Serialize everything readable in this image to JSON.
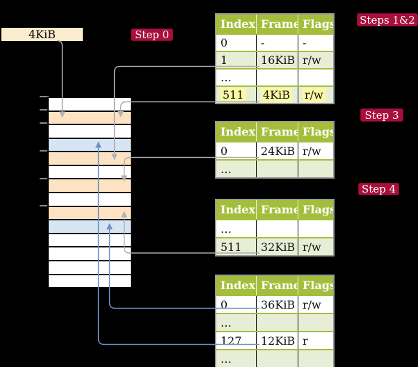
{
  "colors": {
    "background": "#000000",
    "badge_red": "#A80F3C",
    "table_header_green": "#A4BE3C",
    "table_row_green": "#E8EED5",
    "highlight_yellow": "#FBF8A6",
    "frame_wheat": "#FDE3C3",
    "frame_blue": "#D6E4F4",
    "label_box_cream": "#FAECCC",
    "connector_gray": "#ABABAB",
    "connector_blue": "#6E92C4"
  },
  "frame_box": {
    "label": "4KiB"
  },
  "badges": {
    "step0": "Step 0",
    "steps12": "Steps 1&2",
    "step3": "Step 3",
    "step4": "Step 4"
  },
  "memory_column": {
    "rows": [
      {
        "color": "white"
      },
      {
        "color": "wheat"
      },
      {
        "color": "white"
      },
      {
        "color": "blue"
      },
      {
        "color": "wheat"
      },
      {
        "color": "white"
      },
      {
        "color": "wheat"
      },
      {
        "color": "white"
      },
      {
        "color": "wheat"
      },
      {
        "color": "blue"
      },
      {
        "color": "white"
      },
      {
        "color": "white"
      },
      {
        "color": "white"
      },
      {
        "color": "white"
      }
    ]
  },
  "tables": {
    "table1": {
      "headers": [
        "Index",
        "Frame",
        "Flags"
      ],
      "rows": [
        {
          "index": "0",
          "frame": "-",
          "flags": "-",
          "tone": "white",
          "highlight": false
        },
        {
          "index": "1",
          "frame": "16KiB",
          "flags": "r/w",
          "tone": "green",
          "highlight": false
        },
        {
          "index": "…",
          "frame": "",
          "flags": "",
          "tone": "white",
          "highlight": false
        },
        {
          "index": "511",
          "frame": "4KiB",
          "flags": "r/w",
          "tone": "green",
          "highlight": true
        }
      ]
    },
    "table2": {
      "headers": [
        "Index",
        "Frame",
        "Flags"
      ],
      "rows": [
        {
          "index": "0",
          "frame": "24KiB",
          "flags": "r/w",
          "tone": "white",
          "highlight": false
        },
        {
          "index": "…",
          "frame": "",
          "flags": "",
          "tone": "green",
          "highlight": false
        }
      ]
    },
    "table3": {
      "headers": [
        "Index",
        "Frame",
        "Flags"
      ],
      "rows": [
        {
          "index": "…",
          "frame": "",
          "flags": "",
          "tone": "white",
          "highlight": false
        },
        {
          "index": "511",
          "frame": "32KiB",
          "flags": "r/w",
          "tone": "green",
          "highlight": false
        }
      ]
    },
    "table4": {
      "headers": [
        "Index",
        "Frame",
        "Flags"
      ],
      "rows": [
        {
          "index": "0",
          "frame": "36KiB",
          "flags": "r/w",
          "tone": "white",
          "highlight": false
        },
        {
          "index": "…",
          "frame": "",
          "flags": "",
          "tone": "green",
          "highlight": false
        },
        {
          "index": "127",
          "frame": "12KiB",
          "flags": "r",
          "tone": "white",
          "highlight": false
        },
        {
          "index": "…",
          "frame": "",
          "flags": "",
          "tone": "green",
          "highlight": false
        }
      ]
    }
  }
}
